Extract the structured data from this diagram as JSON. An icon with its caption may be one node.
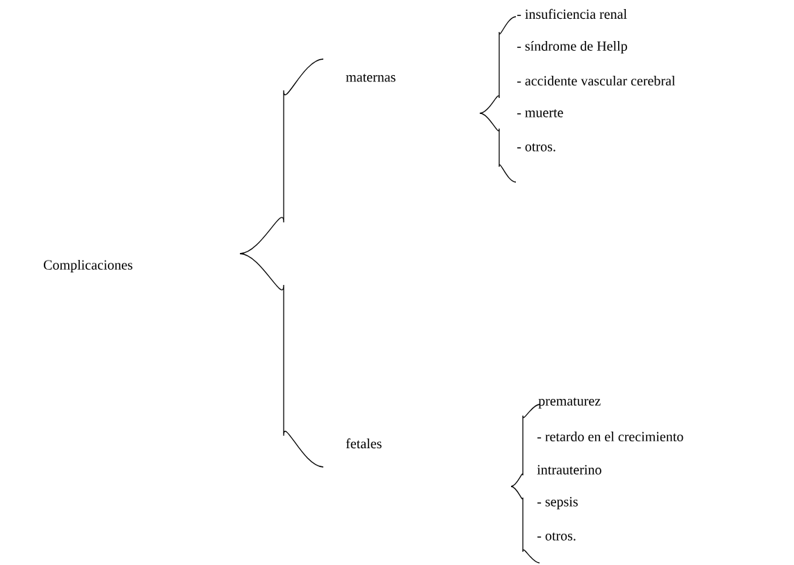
{
  "diagram": {
    "labels": [
      "Complicaciones",
      "maternas",
      "- insuficiencia renal",
      "- síndrome de Hellp",
      "- accidente vascular cerebral",
      "- muerte",
      "- otros.",
      "fetales",
      "prematurez",
      "- retardo en el crecimiento",
      "intrauterino",
      "- sepsis",
      "- otros."
    ]
  }
}
